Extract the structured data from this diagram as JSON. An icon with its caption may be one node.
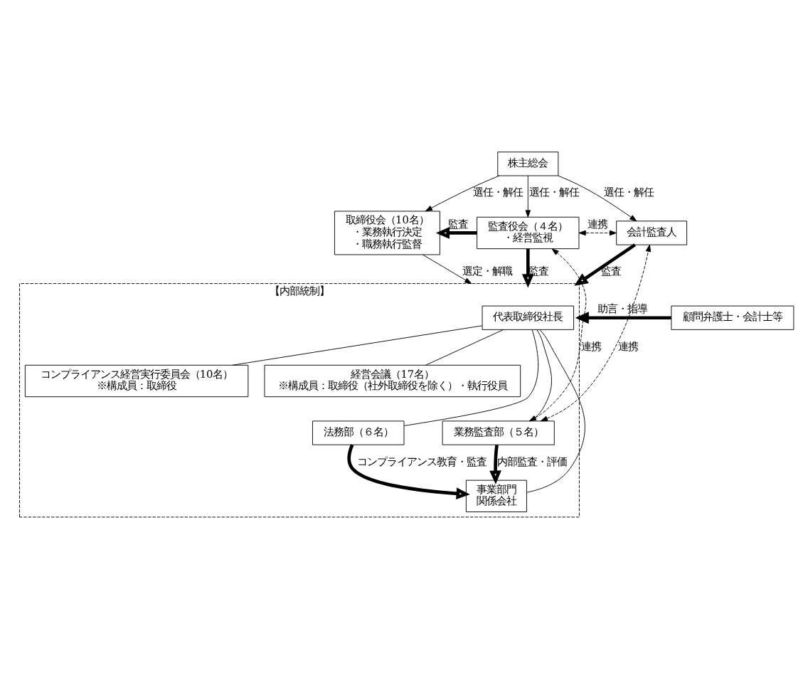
{
  "diagram": {
    "nodes": [
      {
        "text": [
          "株主総会"
        ]
      },
      {
        "text": [
          "取締役会（10名）",
          "・業務執行決定",
          "・職務執行監督"
        ]
      },
      {
        "text": [
          "監査役会（４名）",
          "・経営監視"
        ]
      },
      {
        "text": [
          "会計監査人"
        ]
      },
      {
        "text": [
          "【内部統制】"
        ]
      },
      {
        "text": [
          "代表取締役社長"
        ],
        "in": 4
      },
      {
        "text": [
          "コンプライアンス経営実行委員会（10名）",
          "※構成員：取締役"
        ],
        "in": 4
      },
      {
        "text": [
          "経営会議（17名）",
          "※構成員：取締役（社外取締役を除く）・執行役員"
        ],
        "in": 4
      },
      {
        "text": [
          "法務部（６名）"
        ],
        "in": 4
      },
      {
        "text": [
          "業務監査部（５名）"
        ],
        "in": 4
      },
      {
        "text": [
          "事業部門",
          "関係会社"
        ],
        "in": 4
      },
      {
        "text": [
          "顧問弁護士・会計士等"
        ]
      }
    ],
    "edges": [
      {
        "from": 0,
        "to": 1,
        "arrow": "to",
        "label": "選任・解任"
      },
      {
        "from": 0,
        "to": 2,
        "arrow": "to",
        "label": "選任・解任"
      },
      {
        "from": 0,
        "to": 3,
        "arrow": "to",
        "label": "選任・解任"
      },
      {
        "from": 2,
        "to": 1,
        "arrow": "to",
        "label": "監査",
        "style": "thick"
      },
      {
        "from": 2,
        "to": 3,
        "arrow": "both",
        "label": "連携",
        "style": "dashed"
      },
      {
        "from": 1,
        "to": 4,
        "arrow": "to",
        "label": "選定・解職"
      },
      {
        "from": 2,
        "to": 4,
        "arrow": "to",
        "label": "監査",
        "style": "thick"
      },
      {
        "from": 9,
        "to": 2,
        "arrow": "both",
        "label": "連携",
        "style": "dashed"
      },
      {
        "from": 3,
        "to": 4,
        "arrow": "to",
        "label": "監査",
        "style": "thick"
      },
      {
        "from": 11,
        "to": 4,
        "arrow": "to",
        "label": "助言・指導",
        "style": "thick"
      },
      {
        "from": 9,
        "to": 3,
        "arrow": "both",
        "label": "連携",
        "style": "dashed"
      },
      {
        "from": 5,
        "to": 6,
        "arrow": "none"
      },
      {
        "from": 5,
        "to": 7,
        "arrow": "none"
      },
      {
        "from": 5,
        "to": 8,
        "arrow": "none"
      },
      {
        "from": 5,
        "to": 9,
        "arrow": "none"
      },
      {
        "from": 5,
        "to": 10,
        "arrow": "none"
      },
      {
        "from": 8,
        "to": 10,
        "arrow": "to",
        "label": "コンプライアンス教育・監査",
        "style": "thick"
      },
      {
        "from": 9,
        "to": 10,
        "arrow": "to",
        "label": "内部監査・評価",
        "style": "thick"
      }
    ]
  }
}
